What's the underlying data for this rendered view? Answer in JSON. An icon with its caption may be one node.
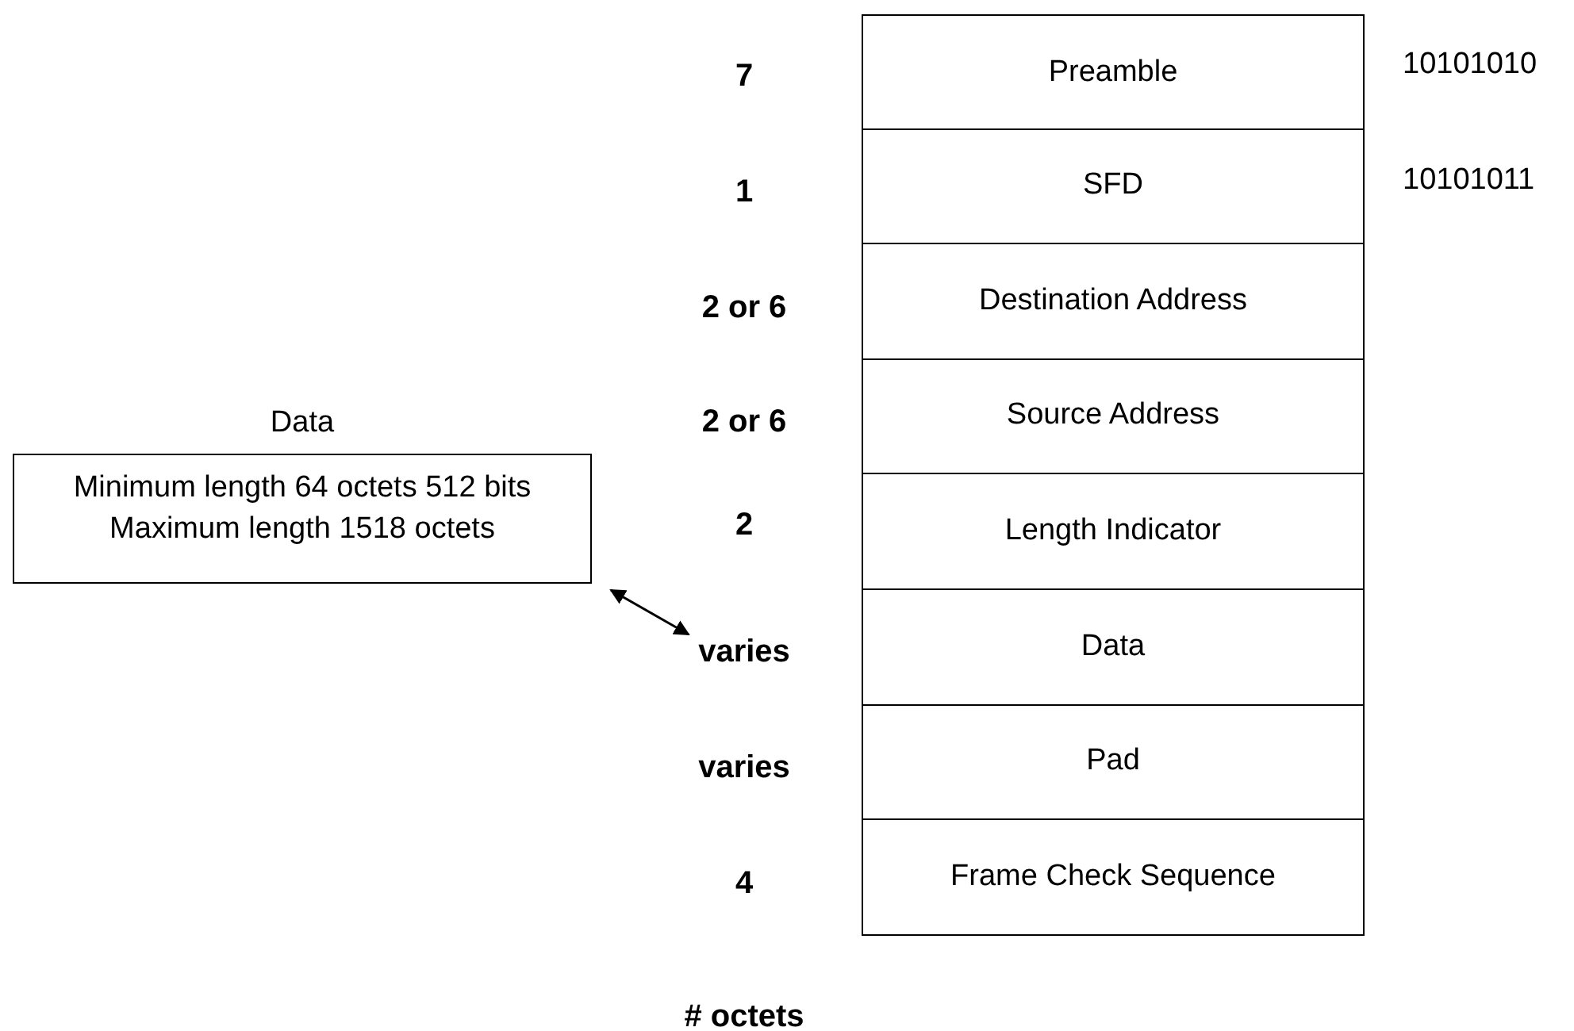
{
  "diagram": {
    "nodes": [
      {
        "text": [
          "Preamble"
        ],
        "beside": [
          "7",
          "10101010"
        ]
      },
      {
        "text": [
          "SFD"
        ],
        "beside": [
          "1",
          "10101011"
        ]
      },
      {
        "text": [
          "Destination Address"
        ],
        "beside": [
          "2 or 6"
        ]
      },
      {
        "text": [
          "Source Address"
        ],
        "beside": [
          "2 or 6"
        ]
      },
      {
        "text": [
          "Length Indicator"
        ],
        "beside": [
          "2"
        ]
      },
      {
        "text": [
          "Data"
        ]
      },
      {
        "text": [
          "Pad"
        ],
        "beside": [
          "varies"
        ]
      },
      {
        "text": [
          "Frame Check Sequence"
        ],
        "beside": [
          "4"
        ]
      },
      {
        "text": [
          "Data",
          "Minimum length 64 octets 512 bits Maximum length 1518 octets"
        ]
      },
      {
        "text": [
          "varies"
        ]
      }
    ],
    "edges": [
      {
        "from": 8,
        "to": 9,
        "arrow": "both"
      }
    ],
    "labels": [
      "# octets"
    ]
  }
}
